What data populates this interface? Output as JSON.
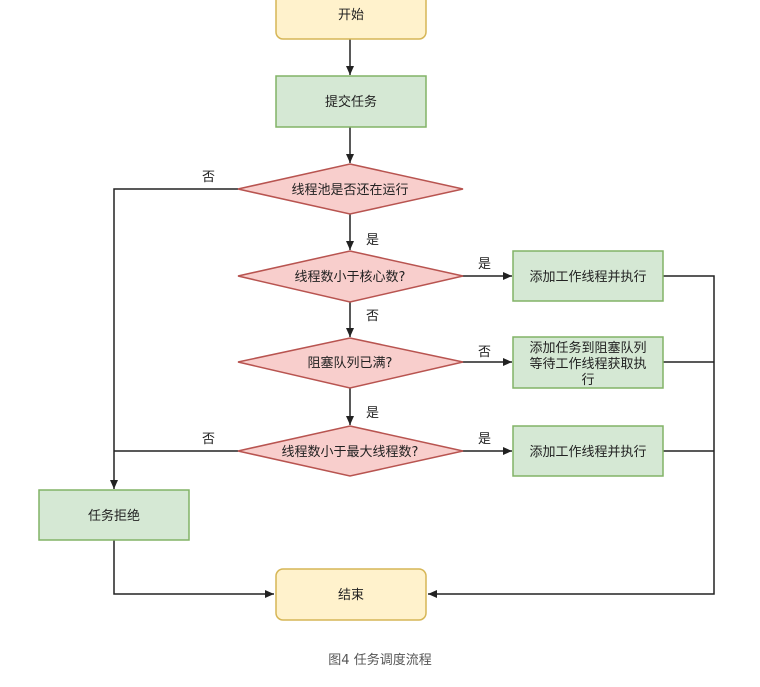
{
  "colors": {
    "start_end_fill": "#fff2cc",
    "start_end_stroke": "#d6b656",
    "process_fill": "#d5e8d4",
    "process_stroke": "#82b366",
    "decision_fill": "#f8cecc",
    "decision_stroke": "#b85450",
    "edge": "#222222"
  },
  "nodes": {
    "start": "开始",
    "submit": "提交任务",
    "pool_running": "线程池是否还在运行",
    "lt_core": "线程数小于核心数?",
    "add_worker_1": "添加工作线程并执行",
    "queue_full": "阻塞队列已满?",
    "enqueue": [
      "添加任务到阻塞队列",
      "等待工作线程获取执",
      "行"
    ],
    "lt_max": "线程数小于最大线程数?",
    "add_worker_2": "添加工作线程并执行",
    "reject": "任务拒绝",
    "end": "结束"
  },
  "edge_labels": {
    "running_no": "否",
    "running_yes": "是",
    "core_yes": "是",
    "core_no": "否",
    "queue_no": "否",
    "queue_yes": "是",
    "max_no": "否",
    "max_yes": "是"
  },
  "caption": "图4  任务调度流程"
}
